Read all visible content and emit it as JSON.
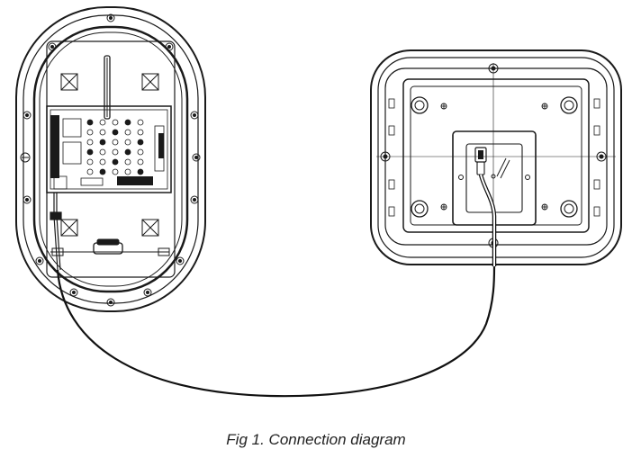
{
  "caption": "Fig 1. Connection diagram",
  "components": {
    "left": "oval-enclosure-with-circuit-board",
    "right": "rectangular-device-with-connector",
    "link": "cable"
  },
  "colors": {
    "line": "#1a1a1a",
    "cable": "#111111",
    "background": "#ffffff"
  }
}
